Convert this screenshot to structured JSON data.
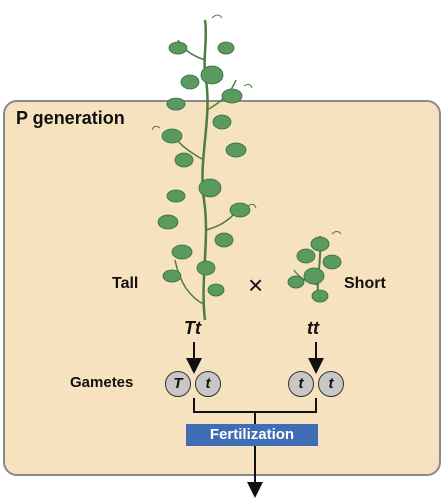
{
  "title": "P generation",
  "tall_label": "Tall",
  "cross_symbol": "×",
  "short_label": "Short",
  "tall_genotype": "Tt",
  "short_genotype": "tt",
  "gametes_label": "Gametes",
  "gametes_tall": [
    "T",
    "t"
  ],
  "gametes_short": [
    "t",
    "t"
  ],
  "fertilization_label": "Fertilization",
  "colors": {
    "panel": "#f7e2c0",
    "leaf": "#5a9a5e",
    "leaf_dark": "#2f6e3c",
    "fertilization_box": "#3e6db5",
    "gamete_fill": "#c7c7c7"
  }
}
